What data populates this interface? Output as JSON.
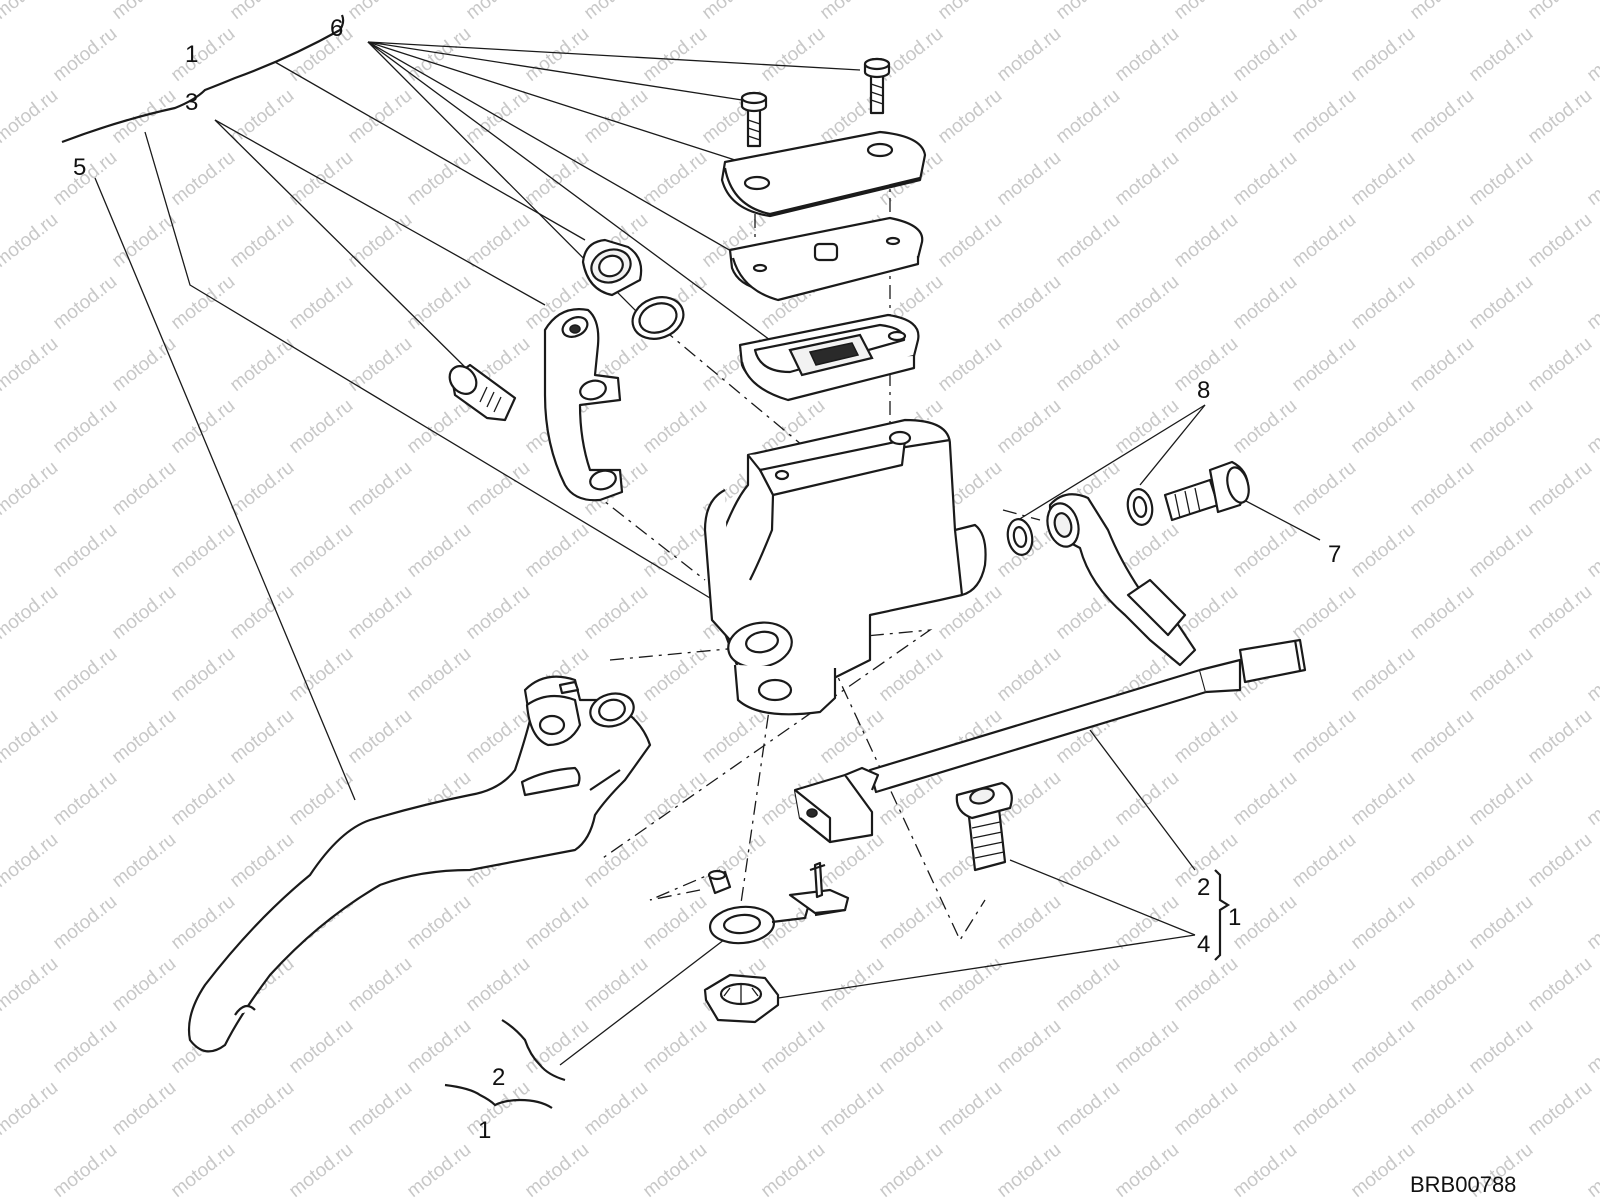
{
  "watermark": "motod.ru",
  "drawing_code": "BRB00788",
  "callouts": {
    "assembly_top": "1",
    "screws": "6",
    "clamp_parts": "3",
    "lever": "5",
    "banjo_bolt": "7",
    "washers": "8",
    "switch_ref_2": "2",
    "switch_ref_4": "4",
    "switch_group_1": "1",
    "bottom_ref_2": "2",
    "bottom_ref_1": "1"
  }
}
